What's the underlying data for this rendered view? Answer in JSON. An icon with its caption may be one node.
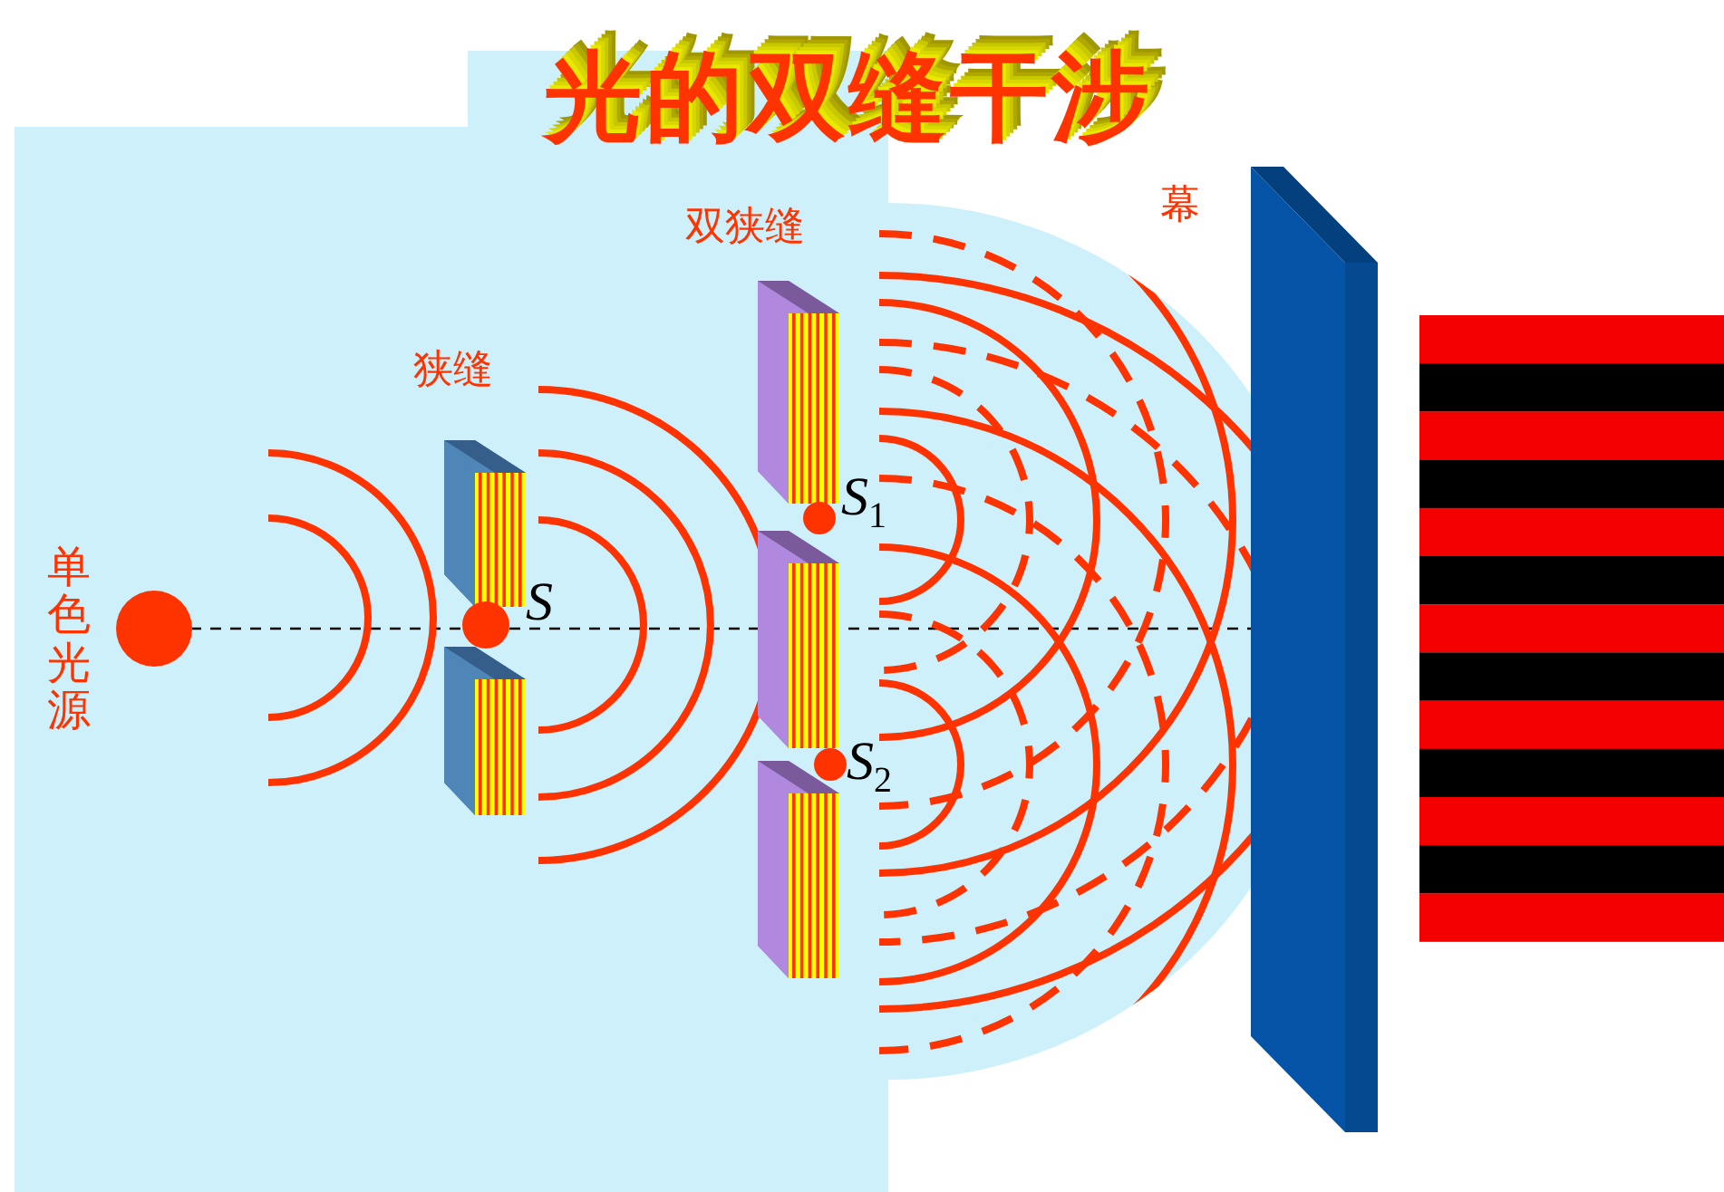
{
  "diagram": {
    "title": "光的双缝干涉",
    "labels": [
      "双狭缝",
      "幕",
      "狭缝",
      "S",
      "S$_{1}$",
      "单色光源",
      "S$_{2}$"
    ]
  }
}
